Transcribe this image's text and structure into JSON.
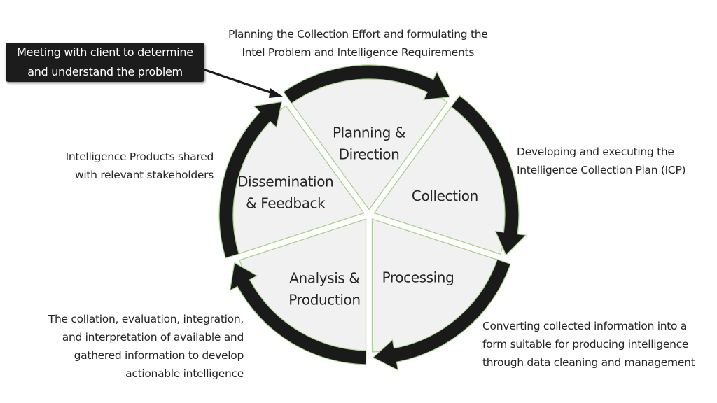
{
  "callout": {
    "lines": [
      "Meeting with client to determine",
      "and understand the problem"
    ],
    "bg_color": "#1c1c1c"
  },
  "descriptions": {
    "planning": [
      "Planning the Collection Effort and formulating the",
      "Intel Problem and Intelligence Requirements"
    ],
    "collection": [
      "Developing and executing the",
      "Intelligence Collection Plan (ICP)"
    ],
    "processing": [
      "Converting collected information into a",
      "form suitable for producing intelligence",
      "through data cleaning and management"
    ],
    "analysis": [
      "The collation, evaluation, integration,",
      "and interpretation of available and",
      "gathered information to develop",
      "actionable intelligence"
    ],
    "dissemination": [
      "Intelligence Products shared",
      "with relevant stakeholders"
    ]
  },
  "cycle": {
    "segments": [
      {
        "id": "planning",
        "lines": [
          "Planning &",
          "Direction"
        ]
      },
      {
        "id": "collection",
        "lines": [
          "Collection"
        ]
      },
      {
        "id": "processing",
        "lines": [
          "Processing"
        ]
      },
      {
        "id": "analysis",
        "lines": [
          "Analysis &",
          "Production"
        ]
      },
      {
        "id": "dissemination",
        "lines": [
          "Dissemination",
          "& Feedback"
        ]
      }
    ],
    "colors": {
      "segment_fill": "#f1f1f1",
      "segment_stroke": "#a9d18e",
      "arrow_fill": "#1a1a1a"
    }
  }
}
